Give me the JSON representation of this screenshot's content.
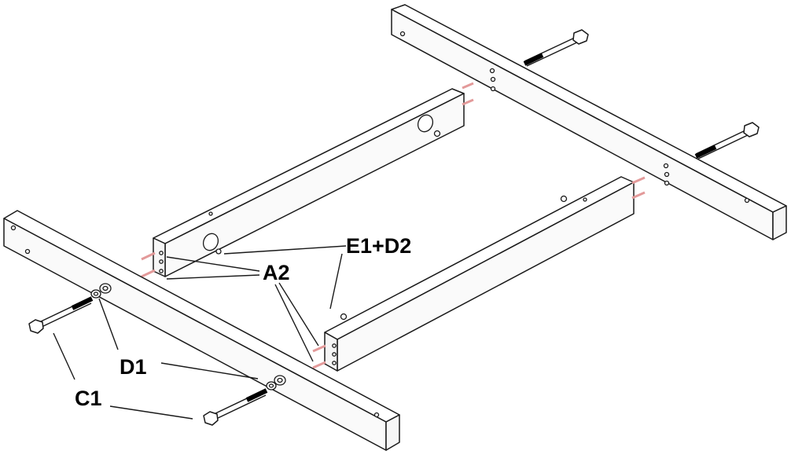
{
  "labels": {
    "e1d2": "E1+D2",
    "a2": "A2",
    "d1": "D1",
    "c1": "C1"
  },
  "colors": {
    "dowel": "#e39a9a",
    "thread": "#000000",
    "line": "#1a1a1a"
  }
}
